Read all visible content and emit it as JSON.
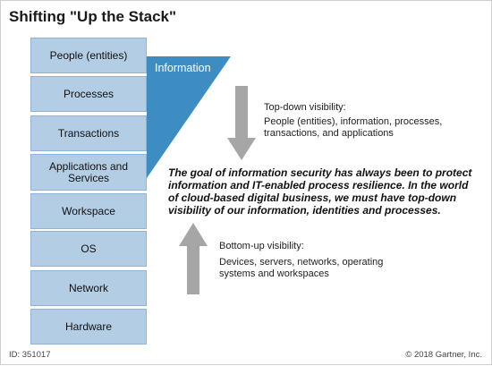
{
  "title": "Shifting \"Up the Stack\"",
  "layers": [
    "People (entities)",
    "Processes",
    "Transactions",
    "Applications and Services",
    "Workspace",
    "OS",
    "Network",
    "Hardware"
  ],
  "information_label": "Information",
  "top_down": {
    "heading": "Top-down visibility:",
    "body": "People (entities), information, processes, transactions, and applications"
  },
  "goal_statement": "The goal of information security has always been to protect information and IT-enabled process resilience. In the world of cloud-based digital business, we must have top-down visibility of our information, identities and processes.",
  "bottom_up": {
    "heading": "Bottom-up visibility:",
    "body": "Devices, servers, networks, operating systems and workspaces"
  },
  "footer": {
    "id": "ID: 351017",
    "copyright": "© 2018 Gartner, Inc."
  },
  "colors": {
    "layer_fill": "#b2cde4",
    "triangle_fill": "#3d8dc2",
    "arrow_fill": "#a6a6a6"
  }
}
